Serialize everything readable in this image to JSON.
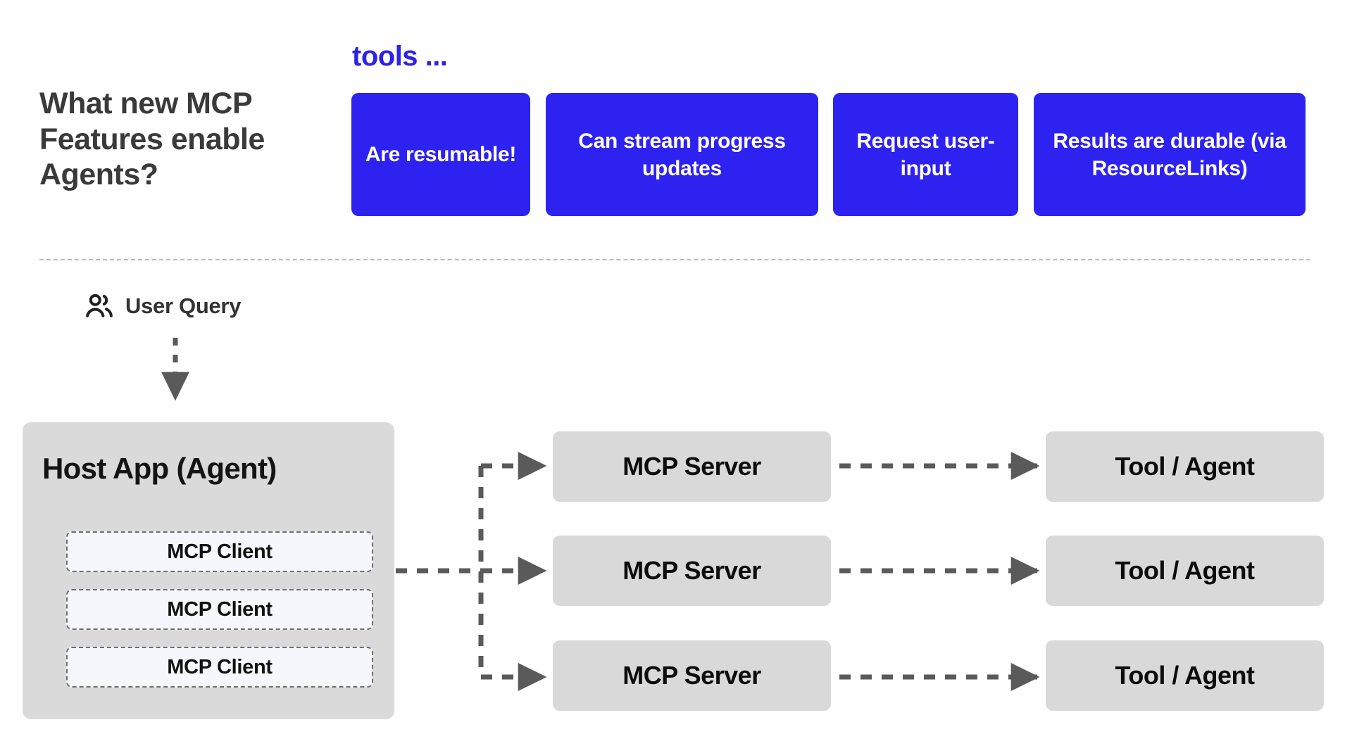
{
  "header": {
    "title": "What new MCP Features enable Agents?",
    "tools_label": "tools ...",
    "features": [
      "Are resumable!",
      "Can stream progress updates",
      "Request user-input",
      "Results are durable (via ResourceLinks)"
    ]
  },
  "flow": {
    "user_query_label": "User Query",
    "user_query_icon": "users-icon",
    "host_app": {
      "title": "Host App (Agent)",
      "clients": [
        "MCP Client",
        "MCP Client",
        "MCP Client"
      ]
    },
    "servers": [
      "MCP Server",
      "MCP Server",
      "MCP Server"
    ],
    "tools": [
      "Tool / Agent",
      "Tool / Agent",
      "Tool / Agent"
    ]
  },
  "colors": {
    "accent_blue": "#2E22F0",
    "tools_label_blue": "#2E22E8",
    "node_gray": "#D9D9D9",
    "host_gray": "#DADADA",
    "client_fill": "#F6F7FC",
    "wire_gray": "#5A5A5A",
    "divider_gray": "#B9BCC4",
    "title_gray": "#3A3A3A",
    "background": "#FFFFFF"
  }
}
